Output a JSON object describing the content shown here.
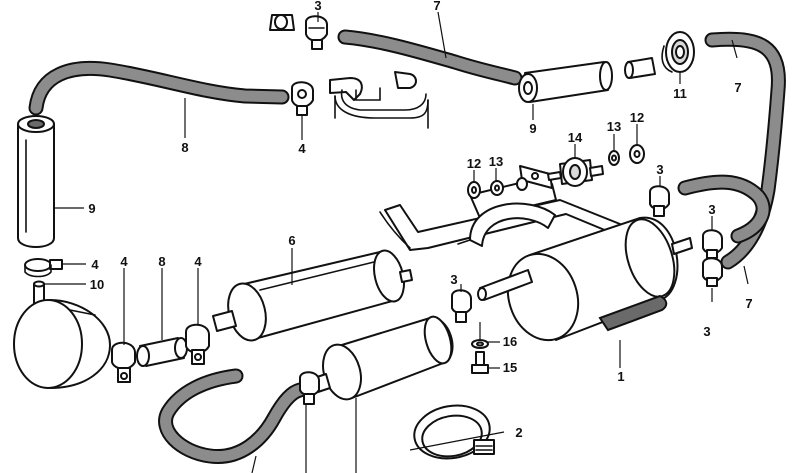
{
  "diagram": {
    "callouts": [
      {
        "id": "c1",
        "label": "1"
      },
      {
        "id": "c2",
        "label": "2"
      },
      {
        "id": "c3a",
        "label": "3"
      },
      {
        "id": "c3b",
        "label": "3"
      },
      {
        "id": "c3c",
        "label": "3"
      },
      {
        "id": "c3d",
        "label": "3"
      },
      {
        "id": "c3e",
        "label": "3"
      },
      {
        "id": "c4a",
        "label": "4"
      },
      {
        "id": "c4b",
        "label": "4"
      },
      {
        "id": "c4c",
        "label": "4"
      },
      {
        "id": "c4d",
        "label": "4"
      },
      {
        "id": "c6",
        "label": "6"
      },
      {
        "id": "c7a",
        "label": "7"
      },
      {
        "id": "c7b",
        "label": "7"
      },
      {
        "id": "c7c",
        "label": "7"
      },
      {
        "id": "c8a",
        "label": "8"
      },
      {
        "id": "c8b",
        "label": "8"
      },
      {
        "id": "c9a",
        "label": "9"
      },
      {
        "id": "c9b",
        "label": "9"
      },
      {
        "id": "c10",
        "label": "10"
      },
      {
        "id": "c11",
        "label": "11"
      },
      {
        "id": "c12a",
        "label": "12"
      },
      {
        "id": "c12b",
        "label": "12"
      },
      {
        "id": "c13a",
        "label": "13"
      },
      {
        "id": "c13b",
        "label": "13"
      },
      {
        "id": "c14",
        "label": "14"
      },
      {
        "id": "c15",
        "label": "15"
      },
      {
        "id": "c16",
        "label": "16"
      }
    ]
  }
}
